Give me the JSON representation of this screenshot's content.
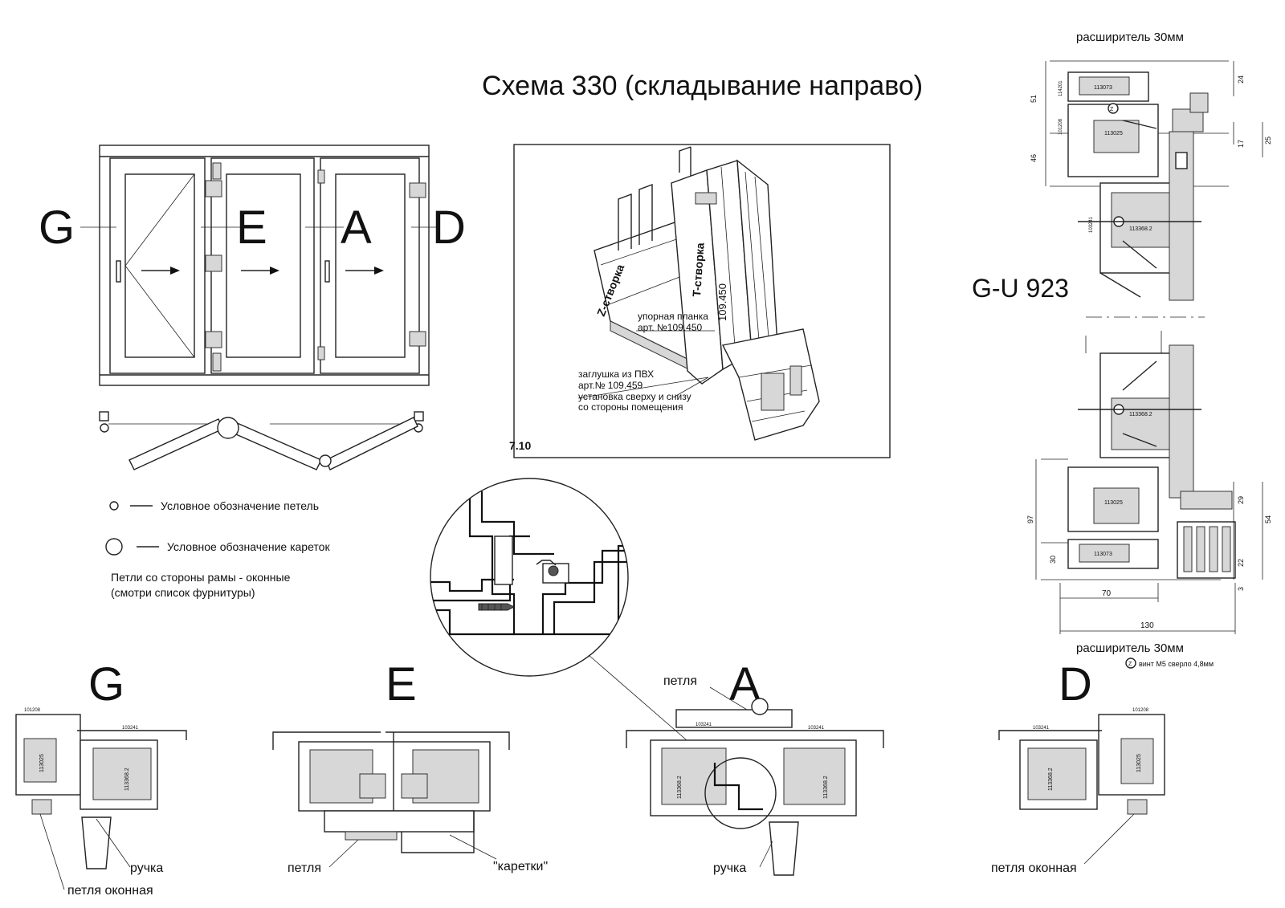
{
  "title": "Схема 330 (складывание направо)",
  "panels": [
    "G",
    "E",
    "A",
    "D"
  ],
  "legend": {
    "hinge": "Условное обозначение петель",
    "carriage": "Условное обозначение кареток",
    "note_line1": "Петли со стороны рамы - оконные",
    "note_line2": "(смотри список фурнитуры)"
  },
  "detail_3d": {
    "fig_no": "7.10",
    "z_sash": "Z-створка",
    "t_sash": "T-створка",
    "art_vertical": "109.450",
    "stop_l1": "упорная планка",
    "stop_l2": "арт. №109.450",
    "plug_l1": "заглушка из ПВХ",
    "plug_l2": "арт.№  109.459",
    "plug_l3": "установка сверху и снизу",
    "plug_l4": "со стороны помещения"
  },
  "top_right": {
    "expander_top": "расширитель 30мм",
    "expander_bottom": "расширитель 30мм",
    "model": "G-U 923",
    "screw_symbol": "Z",
    "screw_note": "винт М5 сверло 4,8мм",
    "parts": [
      "113073",
      "113025",
      "113368.2",
      "114201",
      "101208",
      "103241"
    ],
    "dims_top": [
      "51",
      "46",
      "24",
      "17",
      "25"
    ],
    "dims_bottom": [
      "97",
      "30",
      "29",
      "54",
      "22",
      "3",
      "70",
      "130"
    ]
  },
  "sections": {
    "G_letter": "G",
    "E_letter": "E",
    "A_letter": "A",
    "D_letter": "D",
    "handle": "ручка",
    "window_hinge": "петля оконная",
    "hinge": "петля",
    "carriages": "\"каретки\"",
    "part_frame": "101208",
    "part_sash": "103241",
    "part_reinf_frame": "113025",
    "part_reinf_sash": "113368.2"
  }
}
